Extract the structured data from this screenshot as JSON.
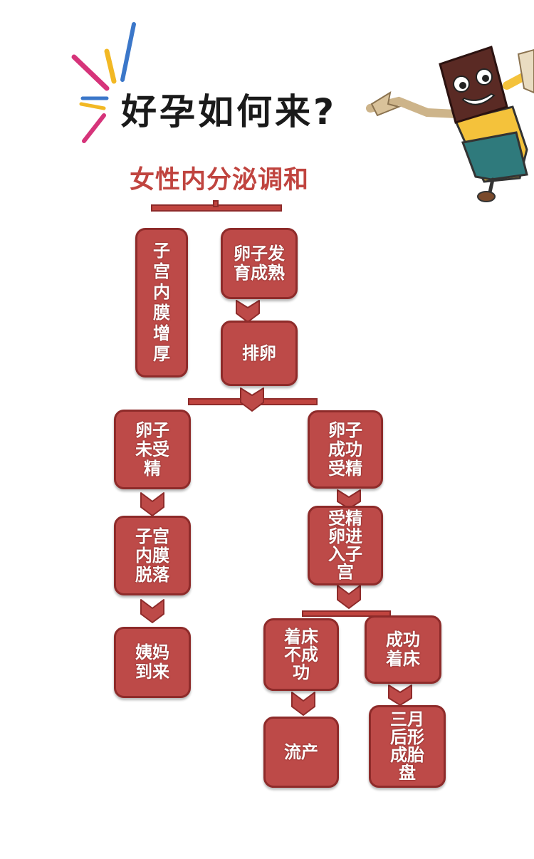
{
  "title": "好孕如何来?",
  "subtitle": "女性内分泌调和",
  "nodes": {
    "endometrium": "子宫内膜增厚",
    "egg_develop": "卵子发育成熟",
    "ovulation": "排卵",
    "not_fertilized": "卵子未受精",
    "shedding": "子宫内膜脱落",
    "period": "姨妈到来",
    "fertilized": "卵子成功受精",
    "enter_uterus": "受精卵进入子宫",
    "implant_fail": "着床不成功",
    "miscarriage": "流产",
    "implant_success": "成功着床",
    "placenta": "三月后形成胎盘"
  },
  "colors": {
    "box": "#bd4a48",
    "box_border": "#8e2b2a",
    "title": "#1a1a1a",
    "subtitle": "#c0443f"
  },
  "decor": {
    "burst_icon": "sparkle-burst-icon",
    "mascot_icon": "chocolate-mascot-icon"
  }
}
